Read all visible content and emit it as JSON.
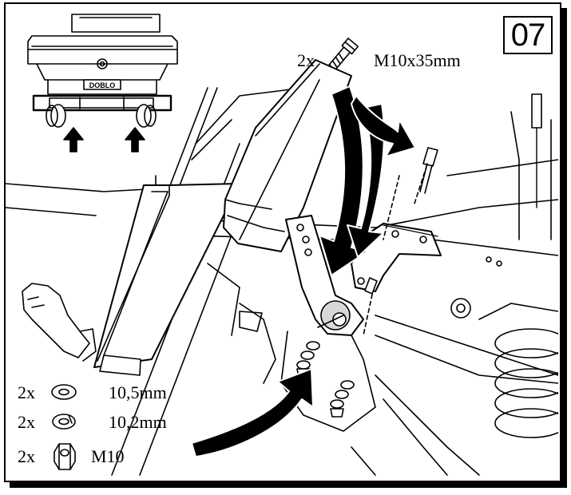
{
  "step": {
    "number": "07"
  },
  "bolt": {
    "quantity": "2x",
    "spec": "M10x35mm",
    "icon": "bolt-icon"
  },
  "parts": [
    {
      "quantity": "2x",
      "spec": "10,5mm",
      "icon": "flat-washer-icon"
    },
    {
      "quantity": "2x",
      "spec": "10,2mm",
      "icon": "spring-washer-icon"
    },
    {
      "quantity": "2x",
      "spec": "M10",
      "icon": "hex-nut-icon"
    }
  ],
  "vehicle": {
    "badge": "DOBLO"
  }
}
